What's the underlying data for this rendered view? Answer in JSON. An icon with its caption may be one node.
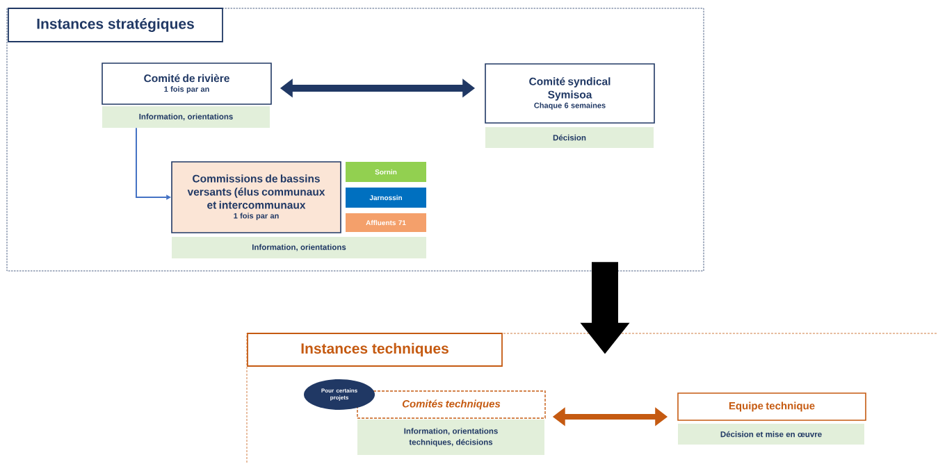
{
  "diagram": {
    "nodes": [
      {
        "text": [
          "Instances stratégiques"
        ]
      },
      {
        "text": [
          "Comité de rivière",
          "1 fois par an"
        ],
        "in": 0
      },
      {
        "text": [
          "Information, orientations"
        ],
        "in": 0
      },
      {
        "text": [
          "Comité syndical Symisoa",
          "Chaque 6 semaines"
        ],
        "in": 0
      },
      {
        "text": [
          "Décision"
        ],
        "in": 0
      },
      {
        "text": [
          "Commissions de bassins versants (élus communaux et intercommunaux",
          "1 fois par an"
        ],
        "in": 0
      },
      {
        "text": [
          "Sornin"
        ],
        "in": 0
      },
      {
        "text": [
          "Jarnossin"
        ],
        "in": 0
      },
      {
        "text": [
          "Affluents 71"
        ],
        "in": 0
      },
      {
        "text": [
          "Information, orientations"
        ],
        "in": 0
      },
      {
        "text": [
          "Instances techniques"
        ]
      },
      {
        "text": [
          "Pour certains projets"
        ],
        "in": 10
      },
      {
        "text": [
          "Comités techniques"
        ],
        "in": 10
      },
      {
        "text": [
          "Information, orientations techniques, décisions"
        ],
        "in": 10
      },
      {
        "text": [
          "Equipe technique"
        ],
        "in": 10
      },
      {
        "text": [
          "Décision et mise en œuvre"
        ],
        "in": 10
      }
    ],
    "edges": [
      {
        "from": 1,
        "to": 3,
        "arrow": "both",
        "color": "#203864"
      },
      {
        "from": 2,
        "to": 5,
        "arrow": "to",
        "color": "#4472c4"
      },
      {
        "from": 0,
        "to": 10,
        "arrow": "to",
        "style": "thick",
        "color": "#000000"
      },
      {
        "from": 12,
        "to": 14,
        "arrow": "both",
        "color": "#c55a11"
      }
    ]
  }
}
